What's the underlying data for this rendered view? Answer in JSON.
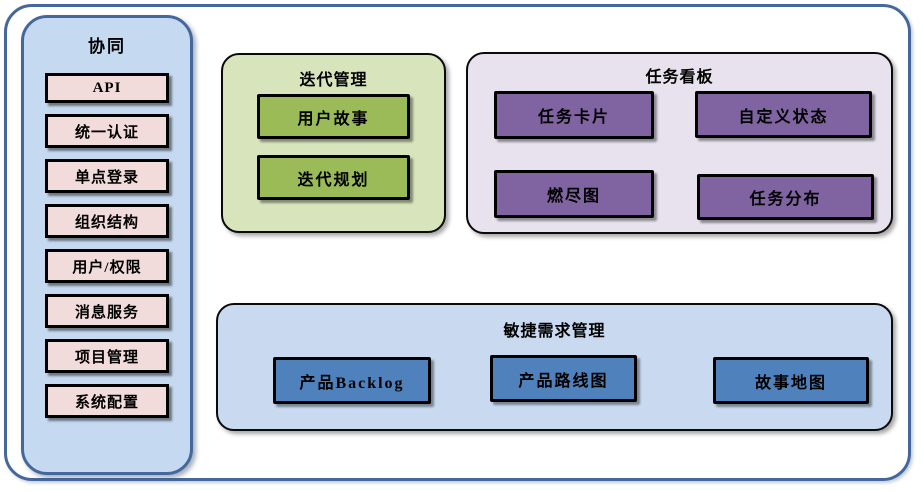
{
  "colors": {
    "frame_border": "#44689C",
    "sidebar_fill": "#C5D9F1",
    "sidebar_border": "#44689C",
    "sidebar_item_fill": "#F2DCDB",
    "iteration_panel_fill": "#D7E4BC",
    "iteration_item_fill": "#9BBB59",
    "kanban_panel_fill": "#E7E2EE",
    "kanban_item_fill": "#8064A2",
    "requirements_panel_fill": "#C9DAF0",
    "requirements_item_fill": "#4F81BD",
    "box_border": "#000000",
    "text": "#000000"
  },
  "sidebar": {
    "title": "协同",
    "items": [
      "API",
      "统一认证",
      "单点登录",
      "组织结构",
      "用户/权限",
      "消息服务",
      "项目管理",
      "系统配置"
    ]
  },
  "panels": {
    "iteration": {
      "title": "迭代管理",
      "items": [
        "用户故事",
        "迭代规划"
      ]
    },
    "kanban": {
      "title": "任务看板",
      "items": [
        "任务卡片",
        "自定义状态",
        "燃尽图",
        "任务分布"
      ]
    },
    "requirements": {
      "title": "敏捷需求管理",
      "items": [
        "产品Backlog",
        "产品路线图",
        "故事地图"
      ]
    }
  }
}
